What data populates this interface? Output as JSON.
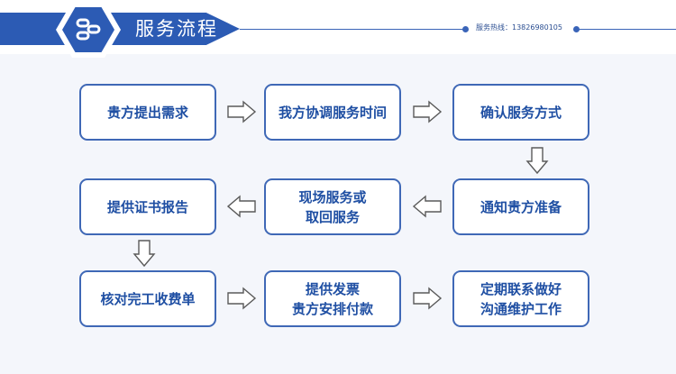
{
  "header": {
    "title": "服务流程",
    "hotline": "服务热线：13826980105",
    "logo_icon": "chain-link-icon"
  },
  "colors": {
    "brand_blue": "#2c5bb4",
    "box_border": "#3f68b6",
    "box_text": "#1f4fa3",
    "arrow_stroke": "#5a5a5a",
    "background": "#f3f5fa"
  },
  "steps": [
    {
      "label": "贵方提出需求"
    },
    {
      "label": "我方协调服务时间"
    },
    {
      "label": "确认服务方式"
    },
    {
      "label": "通知贵方准备"
    },
    {
      "label": "现场服务或\n取回服务"
    },
    {
      "label": "提供证书报告"
    },
    {
      "label": "核对完工收费单"
    },
    {
      "label": "提供发票\n贵方安排付款"
    },
    {
      "label": "定期联系做好\n沟通维护工作"
    }
  ],
  "arrows": [
    {
      "from": "贵方提出需求",
      "to": "我方协调服务时间",
      "direction": "right"
    },
    {
      "from": "我方协调服务时间",
      "to": "确认服务方式",
      "direction": "right"
    },
    {
      "from": "确认服务方式",
      "to": "通知贵方准备",
      "direction": "down"
    },
    {
      "from": "通知贵方准备",
      "to": "现场服务或\n取回服务",
      "direction": "left"
    },
    {
      "from": "现场服务或\n取回服务",
      "to": "提供证书报告",
      "direction": "left"
    },
    {
      "from": "提供证书报告",
      "to": "核对完工收费单",
      "direction": "down"
    },
    {
      "from": "核对完工收费单",
      "to": "提供发票\n贵方安排付款",
      "direction": "right"
    },
    {
      "from": "提供发票\n贵方安排付款",
      "to": "定期联系做好\n沟通维护工作",
      "direction": "right"
    }
  ]
}
